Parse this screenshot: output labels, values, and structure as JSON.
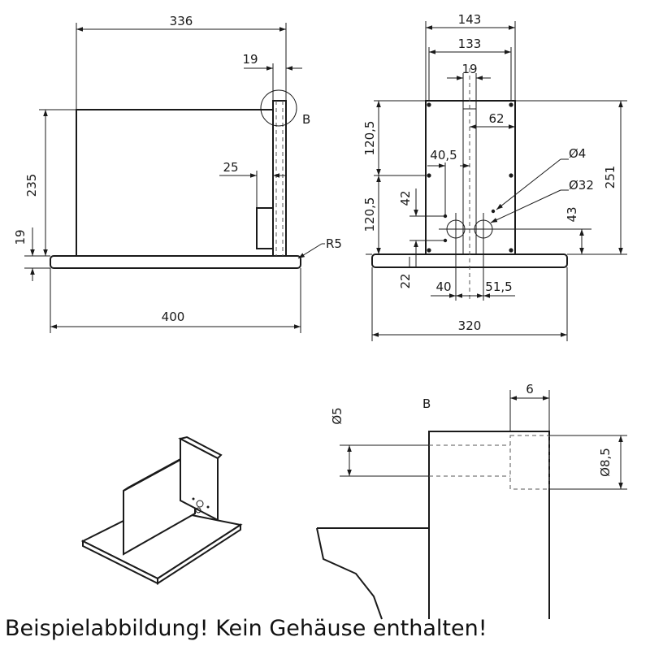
{
  "caption": "Beispielabbildung! Kein Gehäuse enthalten!",
  "side_view": {
    "width_top": "336",
    "width_base": "400",
    "height": "235",
    "base_thickness": "19",
    "panel_thickness": "19",
    "slot_width": "25",
    "radius": "R5",
    "detail_label": "B"
  },
  "front_view": {
    "width_outer": "143",
    "width_inner": "133",
    "slot": "19",
    "offset_right": "62",
    "offset_hole": "40,5",
    "height_upper": "120,5",
    "height_lower": "120,5",
    "height_total": "251",
    "hole_spacing": "42",
    "hole_small": "Ø4",
    "hole_large": "Ø32",
    "hole_height": "43",
    "bottom_offset": "22",
    "hole_left": "40",
    "hole_right": "51,5",
    "base_width": "320"
  },
  "detail_b": {
    "label": "B",
    "depth": "6",
    "hole_inner": "Ø5",
    "hole_outer": "Ø8,5"
  }
}
